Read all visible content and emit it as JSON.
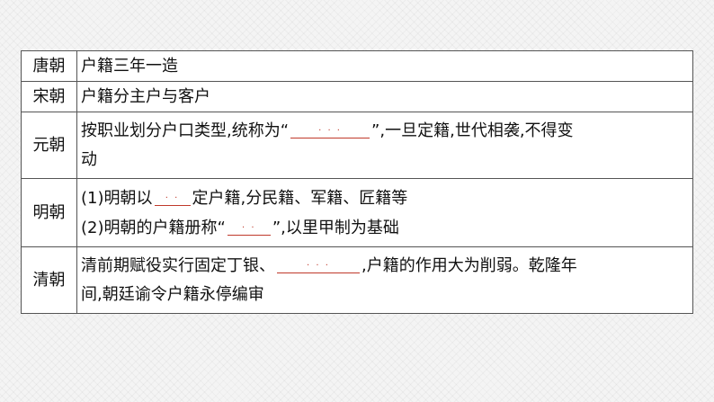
{
  "rows": [
    {
      "dynasty": "唐朝",
      "lines": [
        "户籍三年一造"
      ]
    },
    {
      "dynasty": "宋朝",
      "lines": [
        "户籍分主户与客户"
      ]
    },
    {
      "dynasty": "元朝",
      "line1_before": "按职业划分户口类型,统称为“",
      "line1_after": "”,一旦定籍,世代相袭,不得变",
      "line2": "动"
    },
    {
      "dynasty": "明朝",
      "line1_before": "(1)明朝以",
      "line1_after": "定户籍,分民籍、军籍、匠籍等",
      "line2_before": "(2)明朝的户籍册称“",
      "line2_after": "”,以里甲制为基础"
    },
    {
      "dynasty": "清朝",
      "line1_before": "清前期赋役实行固定丁银、",
      "line1_after": ",户籍的作用大为削弱。乾隆年",
      "line2": "间,朝廷谕令户籍永停编审"
    }
  ],
  "colors": {
    "border": "#555555",
    "blank_underline": "#c0392b",
    "text": "#111111"
  }
}
